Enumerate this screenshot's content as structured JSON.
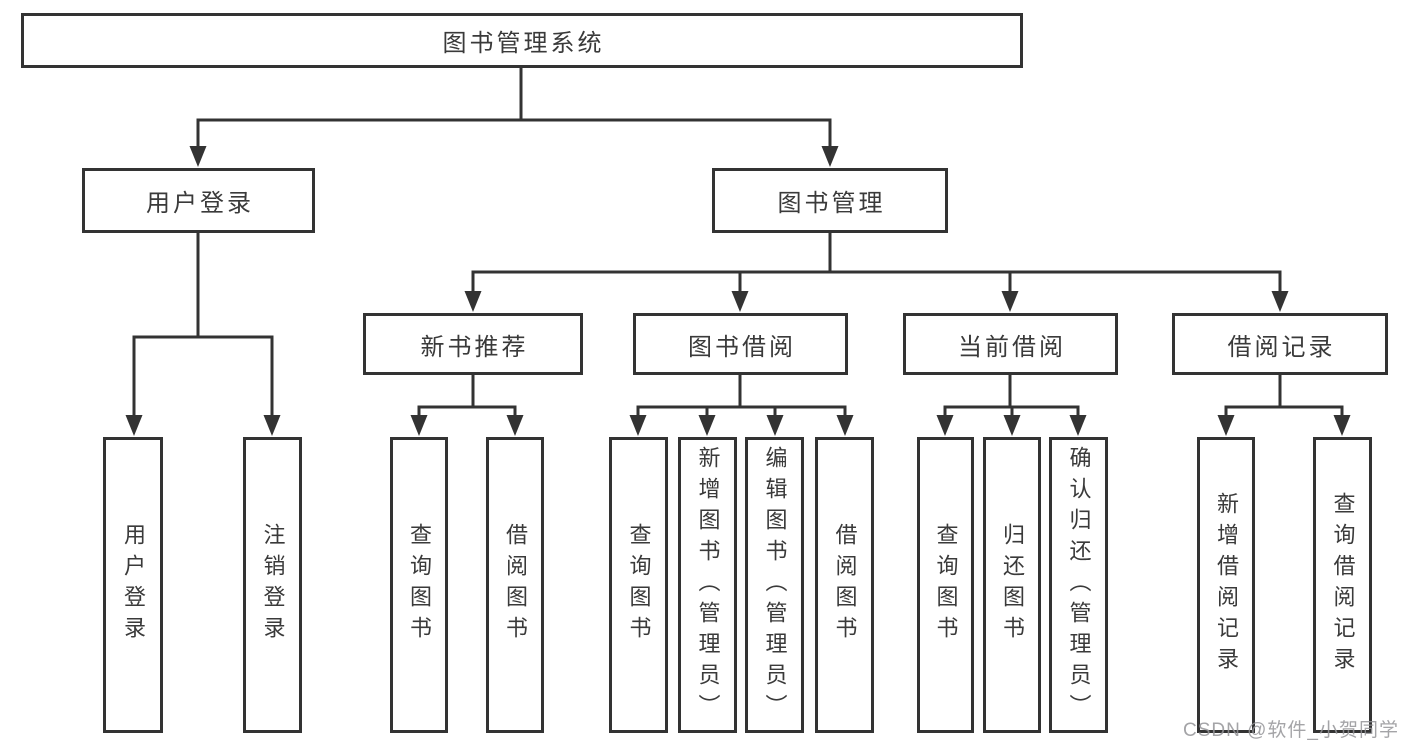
{
  "diagram": {
    "root": {
      "label": "图书管理系统"
    },
    "level2": [
      {
        "label": "用户登录"
      },
      {
        "label": "图书管理"
      }
    ],
    "level3": [
      {
        "label": "新书推荐"
      },
      {
        "label": "图书借阅"
      },
      {
        "label": "当前借阅"
      },
      {
        "label": "借阅记录"
      }
    ],
    "leaves": {
      "user_login": [
        {
          "label": "用户登录"
        },
        {
          "label": "注销登录"
        }
      ],
      "new_book_recommend": [
        {
          "label": "查询图书"
        },
        {
          "label": "借阅图书"
        }
      ],
      "book_borrowing": [
        {
          "label": "查询图书"
        },
        {
          "label": "新增图书（管理员）"
        },
        {
          "label": "编辑图书（管理员）"
        },
        {
          "label": "借阅图书"
        }
      ],
      "current_borrowing": [
        {
          "label": "查询图书"
        },
        {
          "label": "归还图书"
        },
        {
          "label": "确认归还（管理员）"
        }
      ],
      "borrowing_records": [
        {
          "label": "新增借阅记录"
        },
        {
          "label": "查询借阅记录"
        }
      ]
    }
  },
  "watermark": "CSDN @软件_小贺同学",
  "colors": {
    "line": "#333333",
    "text": "#3a3a3a",
    "background": "#ffffff",
    "watermark": "#949498"
  }
}
